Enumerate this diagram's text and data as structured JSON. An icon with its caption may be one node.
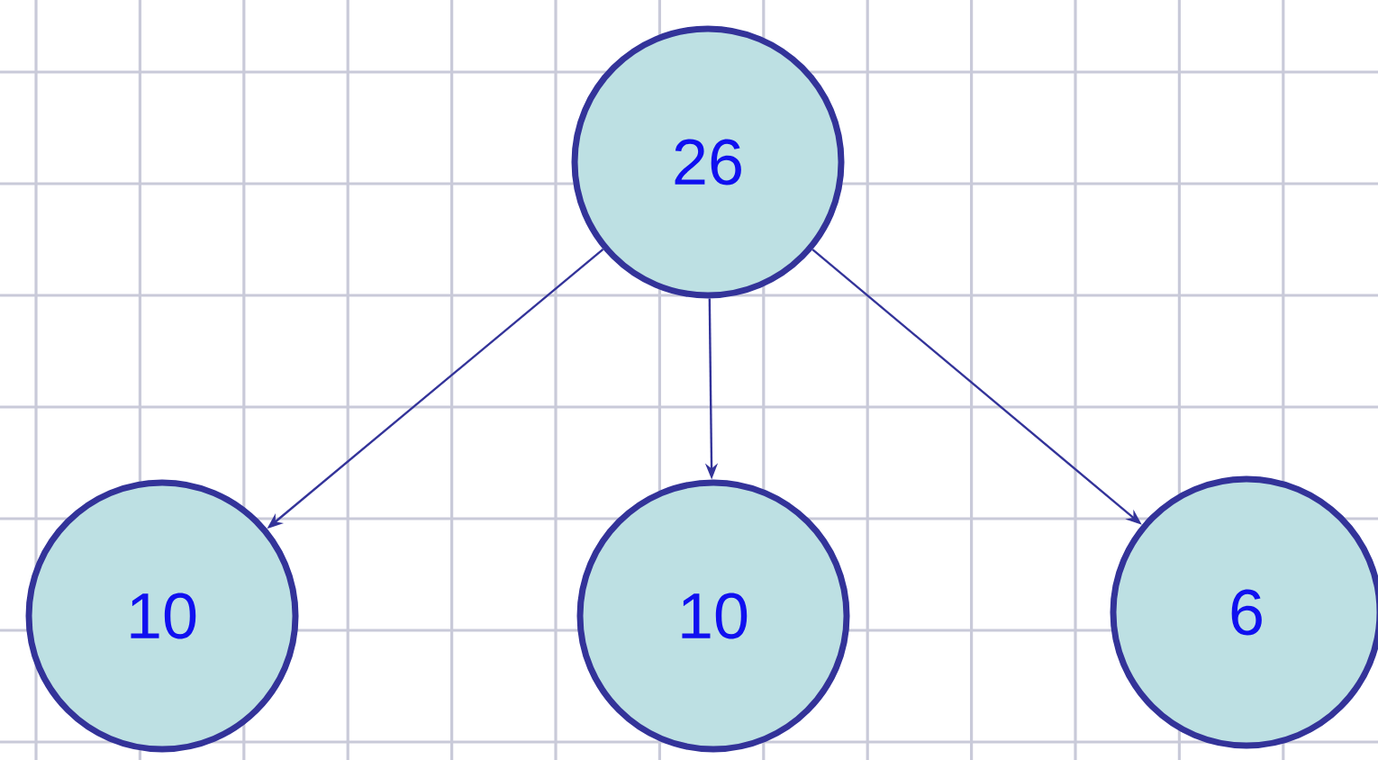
{
  "diagram": {
    "nodes": [
      {
        "text": [
          "26"
        ]
      },
      {
        "text": [
          "10"
        ]
      },
      {
        "text": [
          "10"
        ]
      },
      {
        "text": [
          "6"
        ]
      }
    ],
    "edges": [
      {
        "from": 0,
        "to": 1,
        "arrow": "to"
      },
      {
        "from": 0,
        "to": 2,
        "arrow": "to"
      },
      {
        "from": 0,
        "to": 3,
        "arrow": "to"
      }
    ]
  }
}
